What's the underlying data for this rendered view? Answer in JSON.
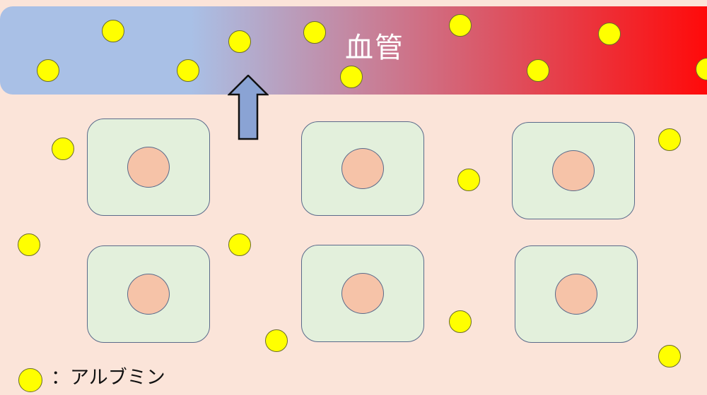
{
  "colors": {
    "background": "#fbe4d9",
    "vessel_start": "#a9c0e6",
    "vessel_end": "#ff0a0a",
    "cell_fill": "#e3f0dc",
    "nucleus_fill": "#f6c3a8",
    "albumin_fill": "#ffff00",
    "arrow_fill": "#8aa3d4"
  },
  "vessel": {
    "label": "血管"
  },
  "legend": {
    "icon": "yellow-circle",
    "label": "：アルブミン"
  },
  "arrow": {
    "icon": "arrow-up-icon"
  }
}
